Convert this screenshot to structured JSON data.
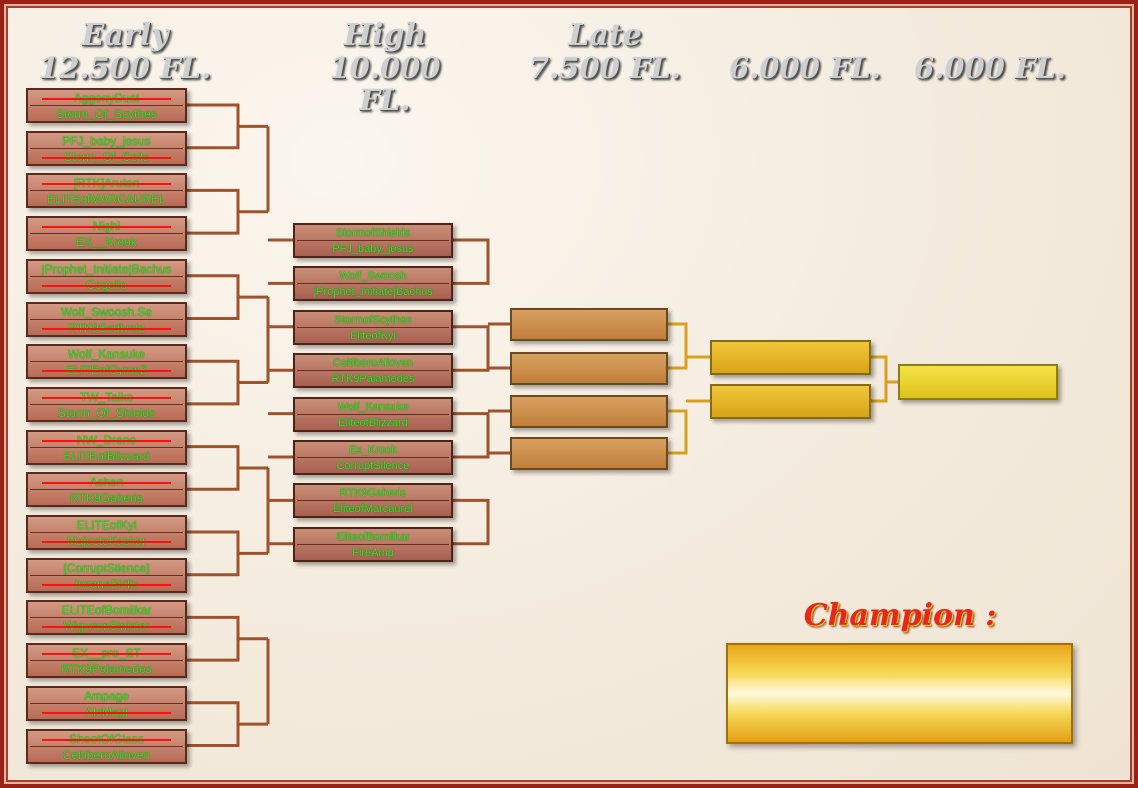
{
  "headers": [
    {
      "round": "Early",
      "prize": "12.500 FL."
    },
    {
      "round": "High",
      "prize": "10.000 FL."
    },
    {
      "round": "Late",
      "prize": "7.500 FL."
    },
    {
      "round": "",
      "prize": "6.000 FL."
    },
    {
      "round": "",
      "prize": "6.000 FL."
    }
  ],
  "round1": [
    {
      "top": "AggonyDust",
      "bottom": "Storm_Of_Scythes",
      "eliminated": "top"
    },
    {
      "top": "PFJ_baby_jesus",
      "bottom": "Storm_Of_Coils",
      "eliminated": "bottom"
    },
    {
      "top": "[RTK]Aruton",
      "bottom": "ELITEofMARCAUREL",
      "eliminated": "top"
    },
    {
      "top": "Nighl",
      "bottom": "EX__Krook",
      "eliminated": "top"
    },
    {
      "top": "|Prophet_Initiate|Bachus",
      "bottom": "Cogollo",
      "eliminated": "bottom"
    },
    {
      "top": "Wolf_Swoosh.Se",
      "bottom": "RTK9Sedivetz",
      "eliminated": "bottom"
    },
    {
      "top": "Wolf_Kansuke",
      "bottom": "ELITEofCyrusZ",
      "eliminated": "bottom"
    },
    {
      "top": "TW_Taiko",
      "bottom": "Storm_Of_Shields",
      "eliminated": "top"
    },
    {
      "top": "NW_Dreno",
      "bottom": "ELITEofBlizzard",
      "eliminated": "top"
    },
    {
      "top": "Ashen",
      "bottom": "RTK9Gaheris",
      "eliminated": "top"
    },
    {
      "top": "ELITEofKyl",
      "bottom": "MajesteKaskar",
      "eliminated": "bottom"
    },
    {
      "top": "[CorruptSilence]",
      "bottom": "InsaneSkills",
      "eliminated": "bottom"
    },
    {
      "top": "ELITEofBomilkar",
      "bottom": "WigwamSinister",
      "eliminated": "bottom"
    },
    {
      "top": "EX__pro_ST",
      "bottom": "RTK9Palamedes",
      "eliminated": "top"
    },
    {
      "top": "Ampage",
      "bottom": "AlcMagi",
      "eliminated": "bottom"
    },
    {
      "top": "ShootOfGlass",
      "bottom": "CeltiberoAlloven",
      "eliminated": "top"
    }
  ],
  "round2": [
    {
      "top": "StormofShields",
      "bottom": "PFJ_baby_jesus"
    },
    {
      "top": "Wolf_Swoosh",
      "bottom": "|Prophet_Initiate|Bachus"
    },
    {
      "top": "StormofScythes",
      "bottom": "EliteofKyl"
    },
    {
      "top": "CeltiberoAlloven",
      "bottom": "RTK9Palamedes"
    },
    {
      "top": "Wolf_Kansuke",
      "bottom": "EliteofBlizzard"
    },
    {
      "top": "Ex_Krook",
      "bottom": "CorruptSilence"
    },
    {
      "top": "RTK9Gaheris",
      "bottom": "EliteofMarcaurel"
    },
    {
      "top": "EliteofBomilkar",
      "bottom": "FireAmp"
    }
  ],
  "champion": {
    "label": "Champion :"
  },
  "colors": {
    "frame": "#9a1f14",
    "player_text": "#33dd22",
    "strike": "#ff1010",
    "bracket_line": "#a0522d",
    "champion_title": "#e8261a"
  }
}
